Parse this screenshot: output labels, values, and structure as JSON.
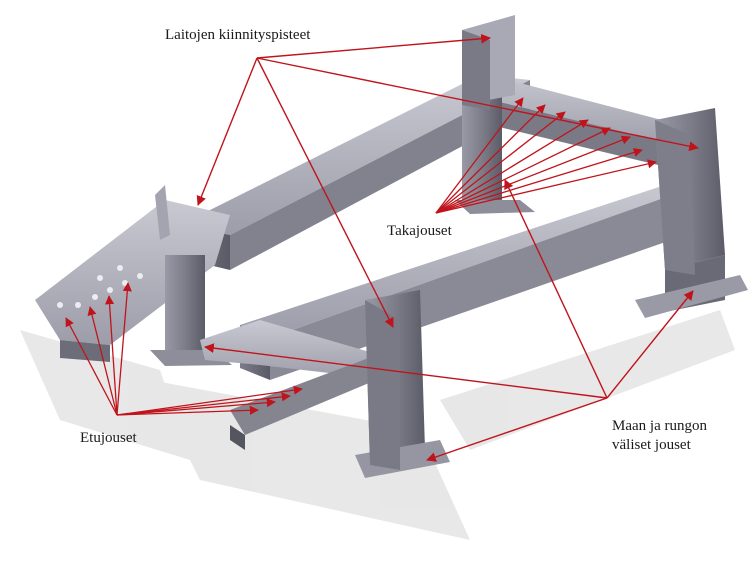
{
  "labels": {
    "laitojen": "Laitojen kiinnityspisteet",
    "takajouset": "Takajouset",
    "etujouset": "Etujouset",
    "maan_line1": "Maan ja rungon",
    "maan_line2": "väliset jouset"
  },
  "colors": {
    "arrow": "#c0141c",
    "steel_light": "#b4b4bf",
    "steel_mid": "#8f8f9c",
    "steel_dark": "#5e5e6b",
    "shadow": "#d6d6d6"
  }
}
